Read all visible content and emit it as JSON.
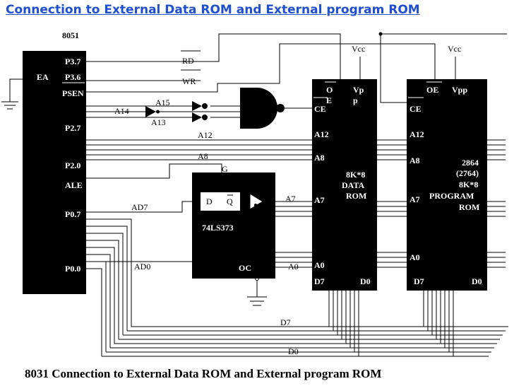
{
  "title": "Connection to External Data ROM and External program ROM",
  "caption": "8031 Connection to External Data ROM and External program ROM",
  "chip8051": {
    "name": "8051",
    "ea": "EA",
    "p37": "P3.7",
    "p36": "P3.6",
    "psen": "PSEN",
    "p27": "P2.7",
    "p20": "P2.0",
    "ale": "ALE",
    "p07": "P0.7",
    "p00": "P0.0"
  },
  "signals": {
    "rd": "RD",
    "wr": "WR",
    "a15": "A15",
    "a14": "A14",
    "a13": "A13",
    "a12": "A12",
    "a8": "A8",
    "ad7": "AD7",
    "ad0": "AD0",
    "a7": "A7",
    "a0": "A0",
    "d7": "D7",
    "d0": "D0",
    "g": "G"
  },
  "latch": {
    "d": "D",
    "q": "Q",
    "name": "74LS373",
    "oc": "OC"
  },
  "data_rom": {
    "vcc": "Vcc",
    "oe1": "O",
    "oe2": "E",
    "vpp1": "Vp",
    "vpp2": "p",
    "ce": "CE",
    "a12": "A12",
    "a8": "A8",
    "size": "8K*8",
    "type": "DATA",
    "rom": "ROM",
    "a7": "A7",
    "a0": "A0",
    "d7": "D7",
    "d0": "D0"
  },
  "prog_rom": {
    "vcc": "Vcc",
    "oe": "OE",
    "vpp": "Vpp",
    "ce": "CE",
    "a12": "A12",
    "a8": "A8",
    "part": "2864",
    "alt": "(2764)",
    "size": "8K*8",
    "type": "PROGRAM",
    "rom": "ROM",
    "a7": "A7",
    "a0": "A0",
    "d7": "D7",
    "d0": "D0"
  },
  "colors": {
    "title": "#1f4fd1",
    "chip_fill": "#000000"
  }
}
